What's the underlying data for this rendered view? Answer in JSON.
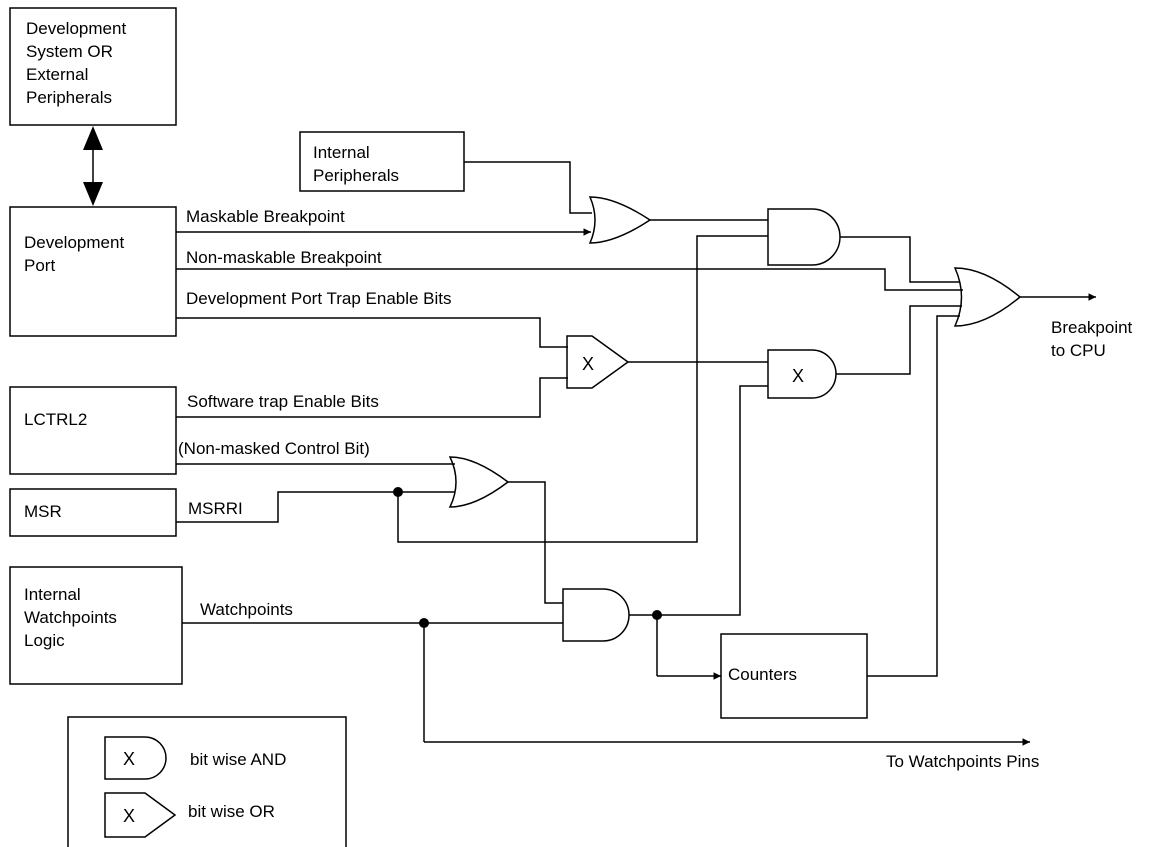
{
  "blocks": {
    "dev_system": [
      "Development",
      "System OR",
      "External",
      "Peripherals"
    ],
    "internal_peripherals": [
      "Internal",
      "Peripherals"
    ],
    "dev_port": [
      "Development",
      "Port"
    ],
    "lctrl2": "LCTRL2",
    "msr": "MSR",
    "watchpoints_logic": [
      "Internal",
      "Watchpoints",
      "Logic"
    ],
    "counters": "Counters"
  },
  "signals": {
    "maskable_breakpoint": "Maskable Breakpoint",
    "non_maskable_breakpoint": "Non-maskable Breakpoint",
    "dev_port_trap_enable": "Development Port Trap Enable Bits",
    "software_trap_enable": "Software trap Enable Bits",
    "non_masked_control": "(Non-masked Control Bit)",
    "msrri": "MSRRI",
    "watchpoints": "Watchpoints",
    "breakpoint_to_cpu": [
      "Breakpoint",
      "to CPU"
    ],
    "to_watchpoints_pins": "To Watchpoints Pins"
  },
  "gate_marks": {
    "bitwise_or_gate": "X",
    "bitwise_and_gate": "X"
  },
  "legend": {
    "and_symbol": "X",
    "and_label": "bit wise AND",
    "or_symbol": "X",
    "or_label": "bit wise OR"
  }
}
